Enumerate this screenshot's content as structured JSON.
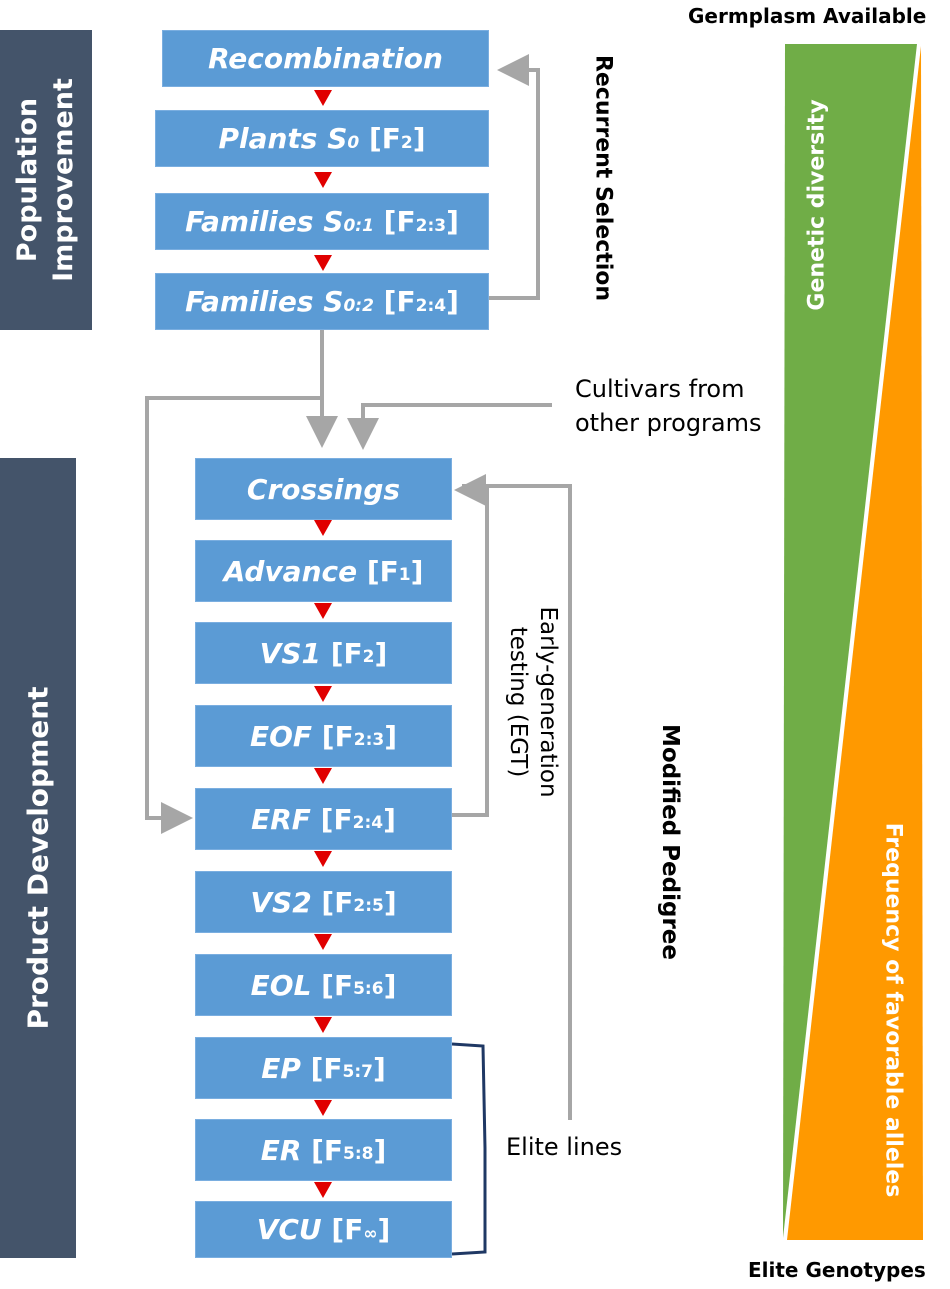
{
  "left_panels": {
    "population_line1": "Population",
    "population_line2": "Improvement",
    "product": "Product Development"
  },
  "boxes": {
    "recombination": "Recombination",
    "plants": {
      "main": "Plants S",
      "sub_s": "0",
      "bracket_open": " [F",
      "sub_f": "2",
      "bracket_close": "]"
    },
    "families1": {
      "main": "Families S",
      "sub_s": "0:1",
      "bracket_open": " [F",
      "sub_f": "2:3",
      "bracket_close": "]"
    },
    "families2": {
      "main": "Families S",
      "sub_s": "0:2",
      "bracket_open": " [F",
      "sub_f": "2:4",
      "bracket_close": "]"
    },
    "crossings": "Crossings",
    "advance": {
      "main": "Advance",
      "bracket_open": " [F",
      "sub_f": "1",
      "bracket_close": "]"
    },
    "vs1": {
      "main": "VS1",
      "bracket_open": " [F",
      "sub_f": "2",
      "bracket_close": "]"
    },
    "eof": {
      "main": "EOF",
      "bracket_open": " [F",
      "sub_f": "2:3",
      "bracket_close": "]"
    },
    "erf": {
      "main": "ERF",
      "bracket_open": " [F",
      "sub_f": "2:4",
      "bracket_close": "]"
    },
    "vs2": {
      "main": "VS2",
      "bracket_open": " [F",
      "sub_f": "2:5",
      "bracket_close": "]"
    },
    "eol": {
      "main": "EOL",
      "bracket_open": " [F",
      "sub_f": "5:6",
      "bracket_close": "]"
    },
    "ep": {
      "main": "EP",
      "bracket_open": " [F",
      "sub_f": "5:7",
      "bracket_close": "]"
    },
    "er": {
      "main": "ER",
      "bracket_open": " [F",
      "sub_f": "5:8",
      "bracket_close": "]"
    },
    "vcu": {
      "main": "VCU",
      "bracket_open": " [F",
      "sub_f": "∞",
      "bracket_close": "]"
    }
  },
  "labels": {
    "recurrent_selection": "Recurrent Selection",
    "cultivars_line1": "Cultivars from",
    "cultivars_line2": "other programs",
    "egt_line1": "Early-generation",
    "egt_line2": "testing (EGT)",
    "modified_pedigree": "Modified Pedigree",
    "elite_lines": "Elite lines",
    "germplasm_available": "Germplasm Available",
    "elite_genotypes": "Elite Genotypes",
    "genetic_diversity": "Genetic diversity",
    "favorable_alleles": "Frequency of favorable alleles"
  },
  "colors": {
    "panel": "#44546a",
    "box": "#5b9bd5",
    "arrow_red": "#e00000",
    "connector_gray": "#a6a6a6",
    "green": "#70ad47",
    "orange": "#ff9900",
    "bracket": "#1f3864"
  }
}
